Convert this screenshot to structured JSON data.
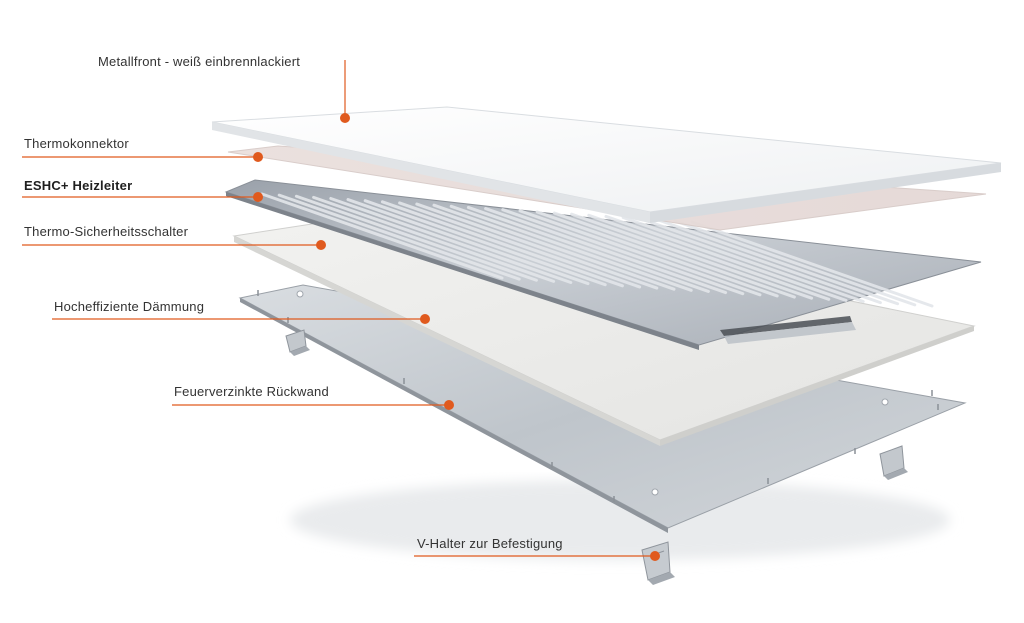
{
  "colors": {
    "accent": "#e05a1e",
    "front_panel": "#f8f9fa",
    "thermo_connector": "#e7dcda",
    "heating_plate": "#b6bcc4",
    "insulation": "#ededeb",
    "back_wall": "#c8cdd2"
  },
  "labels": {
    "metallfront": "Metallfront - weiß einbrennlackiert",
    "thermokonnektor": "Thermokonnektor",
    "heizleiter": "ESHC+ Heizleiter",
    "sicherheitsschalter": "Thermo-Sicherheitsschalter",
    "daemmung": "Hocheffiziente Dämmung",
    "rueckwand": "Feuerverzinkte Rückwand",
    "v_halter": "V-Halter zur Befestigung"
  }
}
